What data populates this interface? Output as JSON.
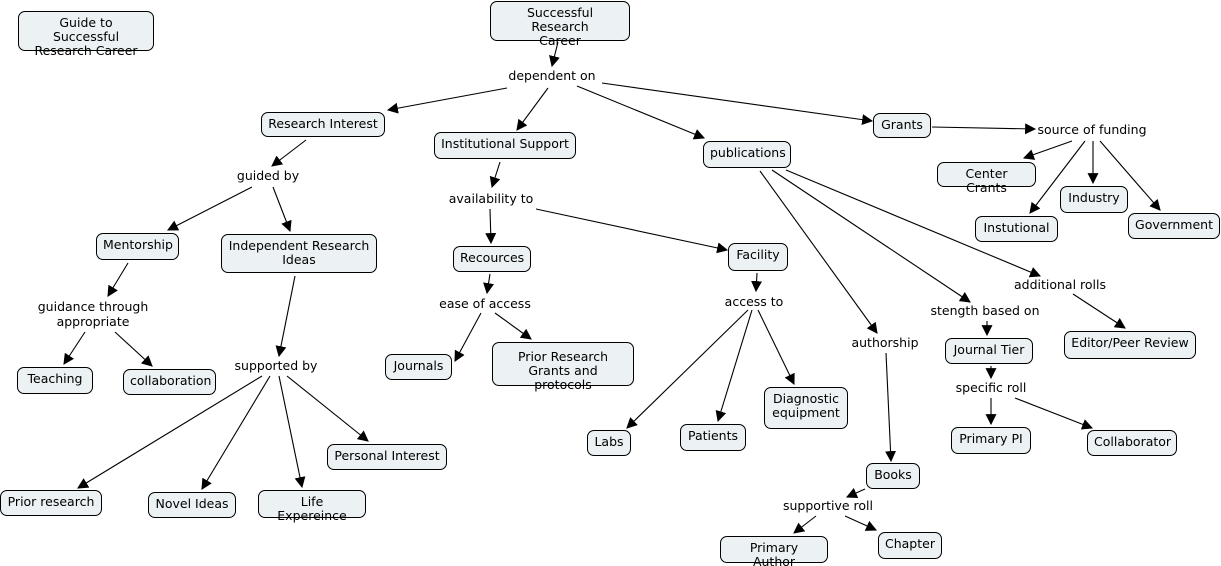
{
  "title": "Guide to Successful Research Career",
  "concepts": {
    "guide": "Guide to Successful\nResearch Career",
    "root": "Successful Research\nCareer",
    "research_interest": "Research Interest",
    "institutional_support": "Institutional Support",
    "publications": "publications",
    "grants": "Grants",
    "center_grants": "Center Crants",
    "industry": "Industry",
    "instutional": "Instutional",
    "government": "Government",
    "mentorship": "Mentorship",
    "independent_ideas": "Independent Research\nIdeas",
    "teaching": "Teaching",
    "collaboration": "collaboration",
    "recources": "Recources",
    "facility": "Facility",
    "journals": "Journals",
    "prior_research_grants": "Prior Research\nGrants and protocols",
    "labs": "Labs",
    "patients": "Patients",
    "diagnostic": "Diagnostic\nequipment",
    "personal_interest": "Personal Interest",
    "prior_research": "Prior research",
    "novel_ideas": "Novel Ideas",
    "life_experience": "Life Expereince",
    "journal_tier": "Journal Tier",
    "editor_peer_review": "Editor/Peer Review",
    "primary_pi": "Primary PI",
    "collaborator": "Collaborator",
    "books": "Books",
    "primary_author": "Primary Author",
    "chapter": "Chapter"
  },
  "links": {
    "dependent_on": "dependent on",
    "source_of_funding": "source of funding",
    "guided_by": "guided by",
    "availability_to": "availability to",
    "guidance_through": "guidance through\nappropriate",
    "supported_by": "supported by",
    "ease_of_access": "ease of access",
    "access_to": "access to",
    "authorship": "authorship",
    "strength_based_on": "stength based on",
    "additional_rolls": "additional rolls",
    "specific_roll": "specific roll",
    "supportive_roll": "supportive roll"
  },
  "colors": {
    "concept_fill": "#ecf2f4",
    "stroke": "#000000"
  }
}
